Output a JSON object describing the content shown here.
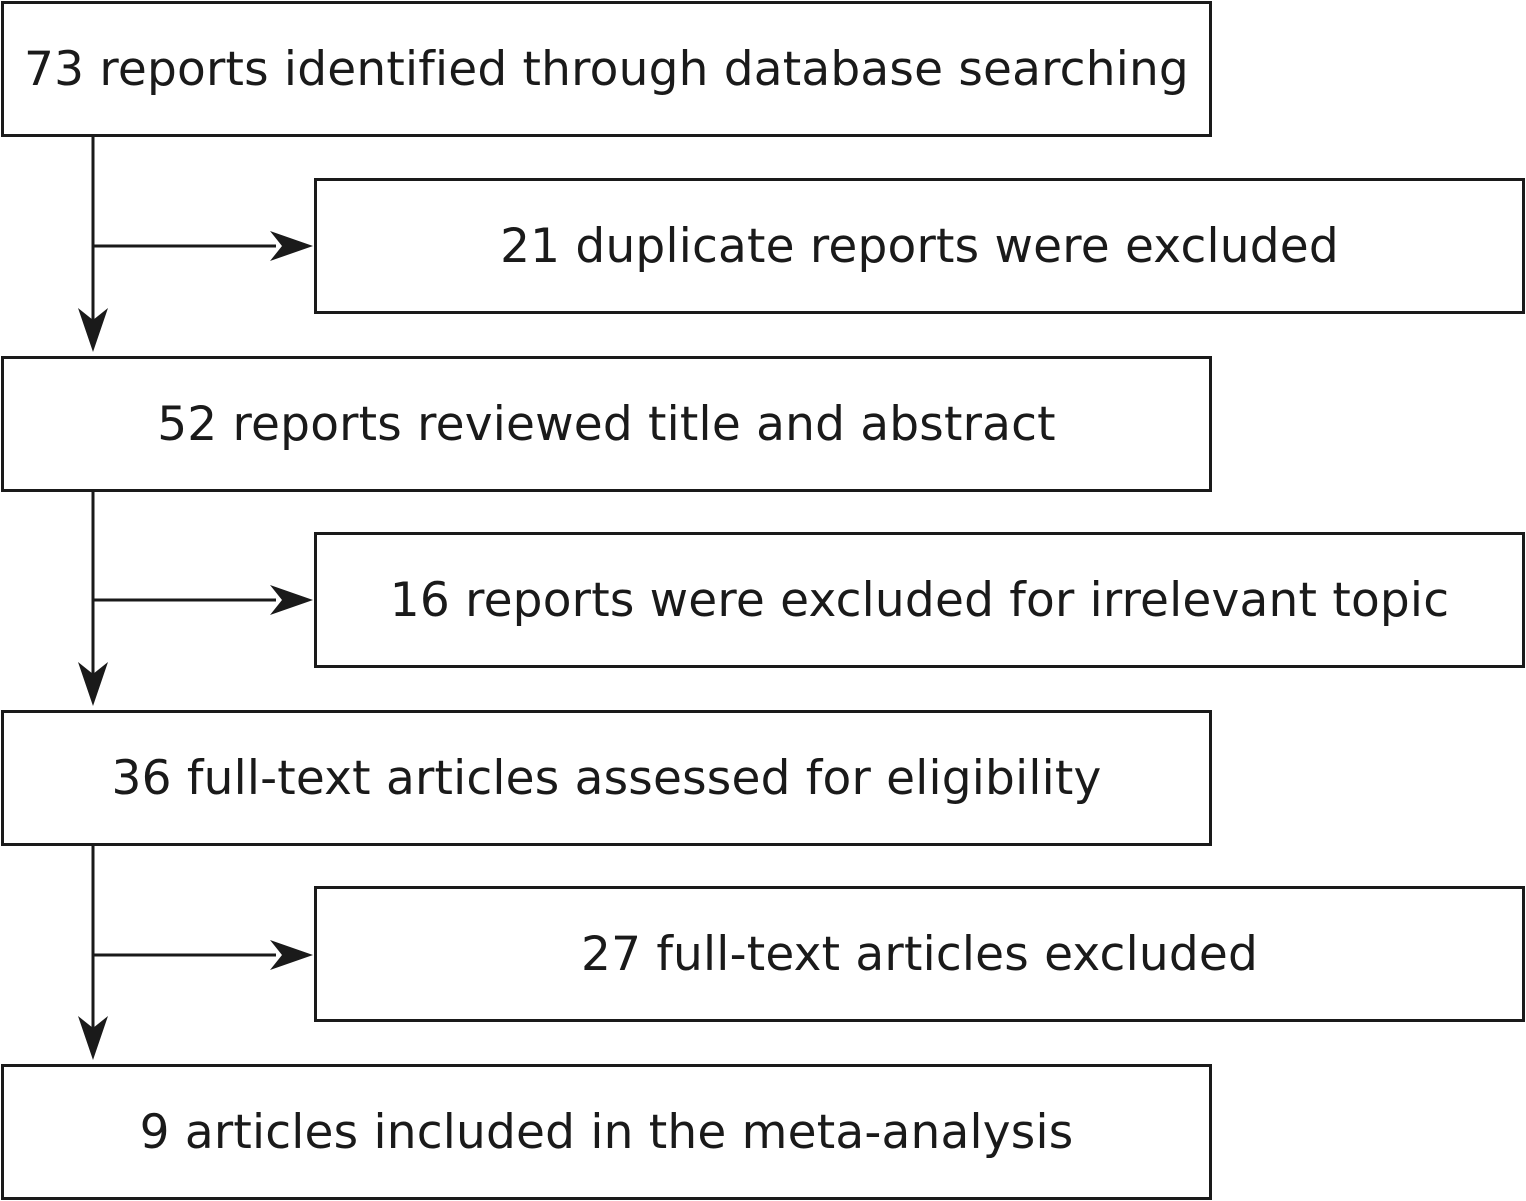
{
  "flow": {
    "main_steps": [
      {
        "label": "73 reports identified through database searching"
      },
      {
        "label": "52 reports reviewed title and abstract"
      },
      {
        "label": "36 full-text articles assessed for eligibility"
      },
      {
        "label": "9 articles included in the meta-analysis"
      }
    ],
    "exclusions": [
      {
        "label": "21 duplicate reports were excluded"
      },
      {
        "label": "16 reports were excluded for irrelevant topic"
      },
      {
        "label": "27 full-text articles excluded"
      }
    ]
  },
  "colors": {
    "stroke": "#1a1a1a",
    "background": "#ffffff"
  }
}
